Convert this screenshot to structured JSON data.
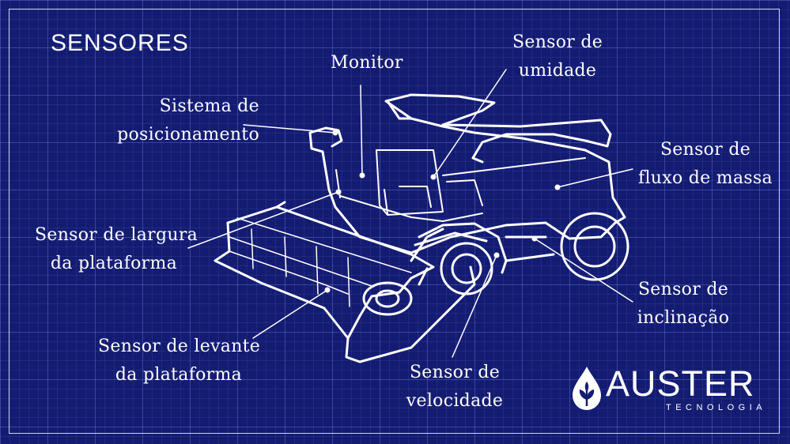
{
  "title": "SENSORES",
  "labels": {
    "monitor": [
      "Monitor"
    ],
    "umidade": [
      "Sensor de",
      "umidade"
    ],
    "posicionamento": [
      "Sistema de",
      "posicionamento"
    ],
    "fluxo": [
      "Sensor de",
      "fluxo de massa"
    ],
    "largura": [
      "Sensor de largura",
      "da plataforma"
    ],
    "inclinacao": [
      "Sensor de",
      "inclinação"
    ],
    "levante": [
      "Sensor de levante",
      "da plataforma"
    ],
    "velocidade": [
      "Sensor de",
      "velocidade"
    ]
  },
  "logo": {
    "name": "AUSTER",
    "subtitle": "TECNOLOGIA",
    "icon": "leaf-drop-icon"
  },
  "colors": {
    "background": "#141c72",
    "grid": "#7c8ce6",
    "lines": "#ffffff"
  }
}
